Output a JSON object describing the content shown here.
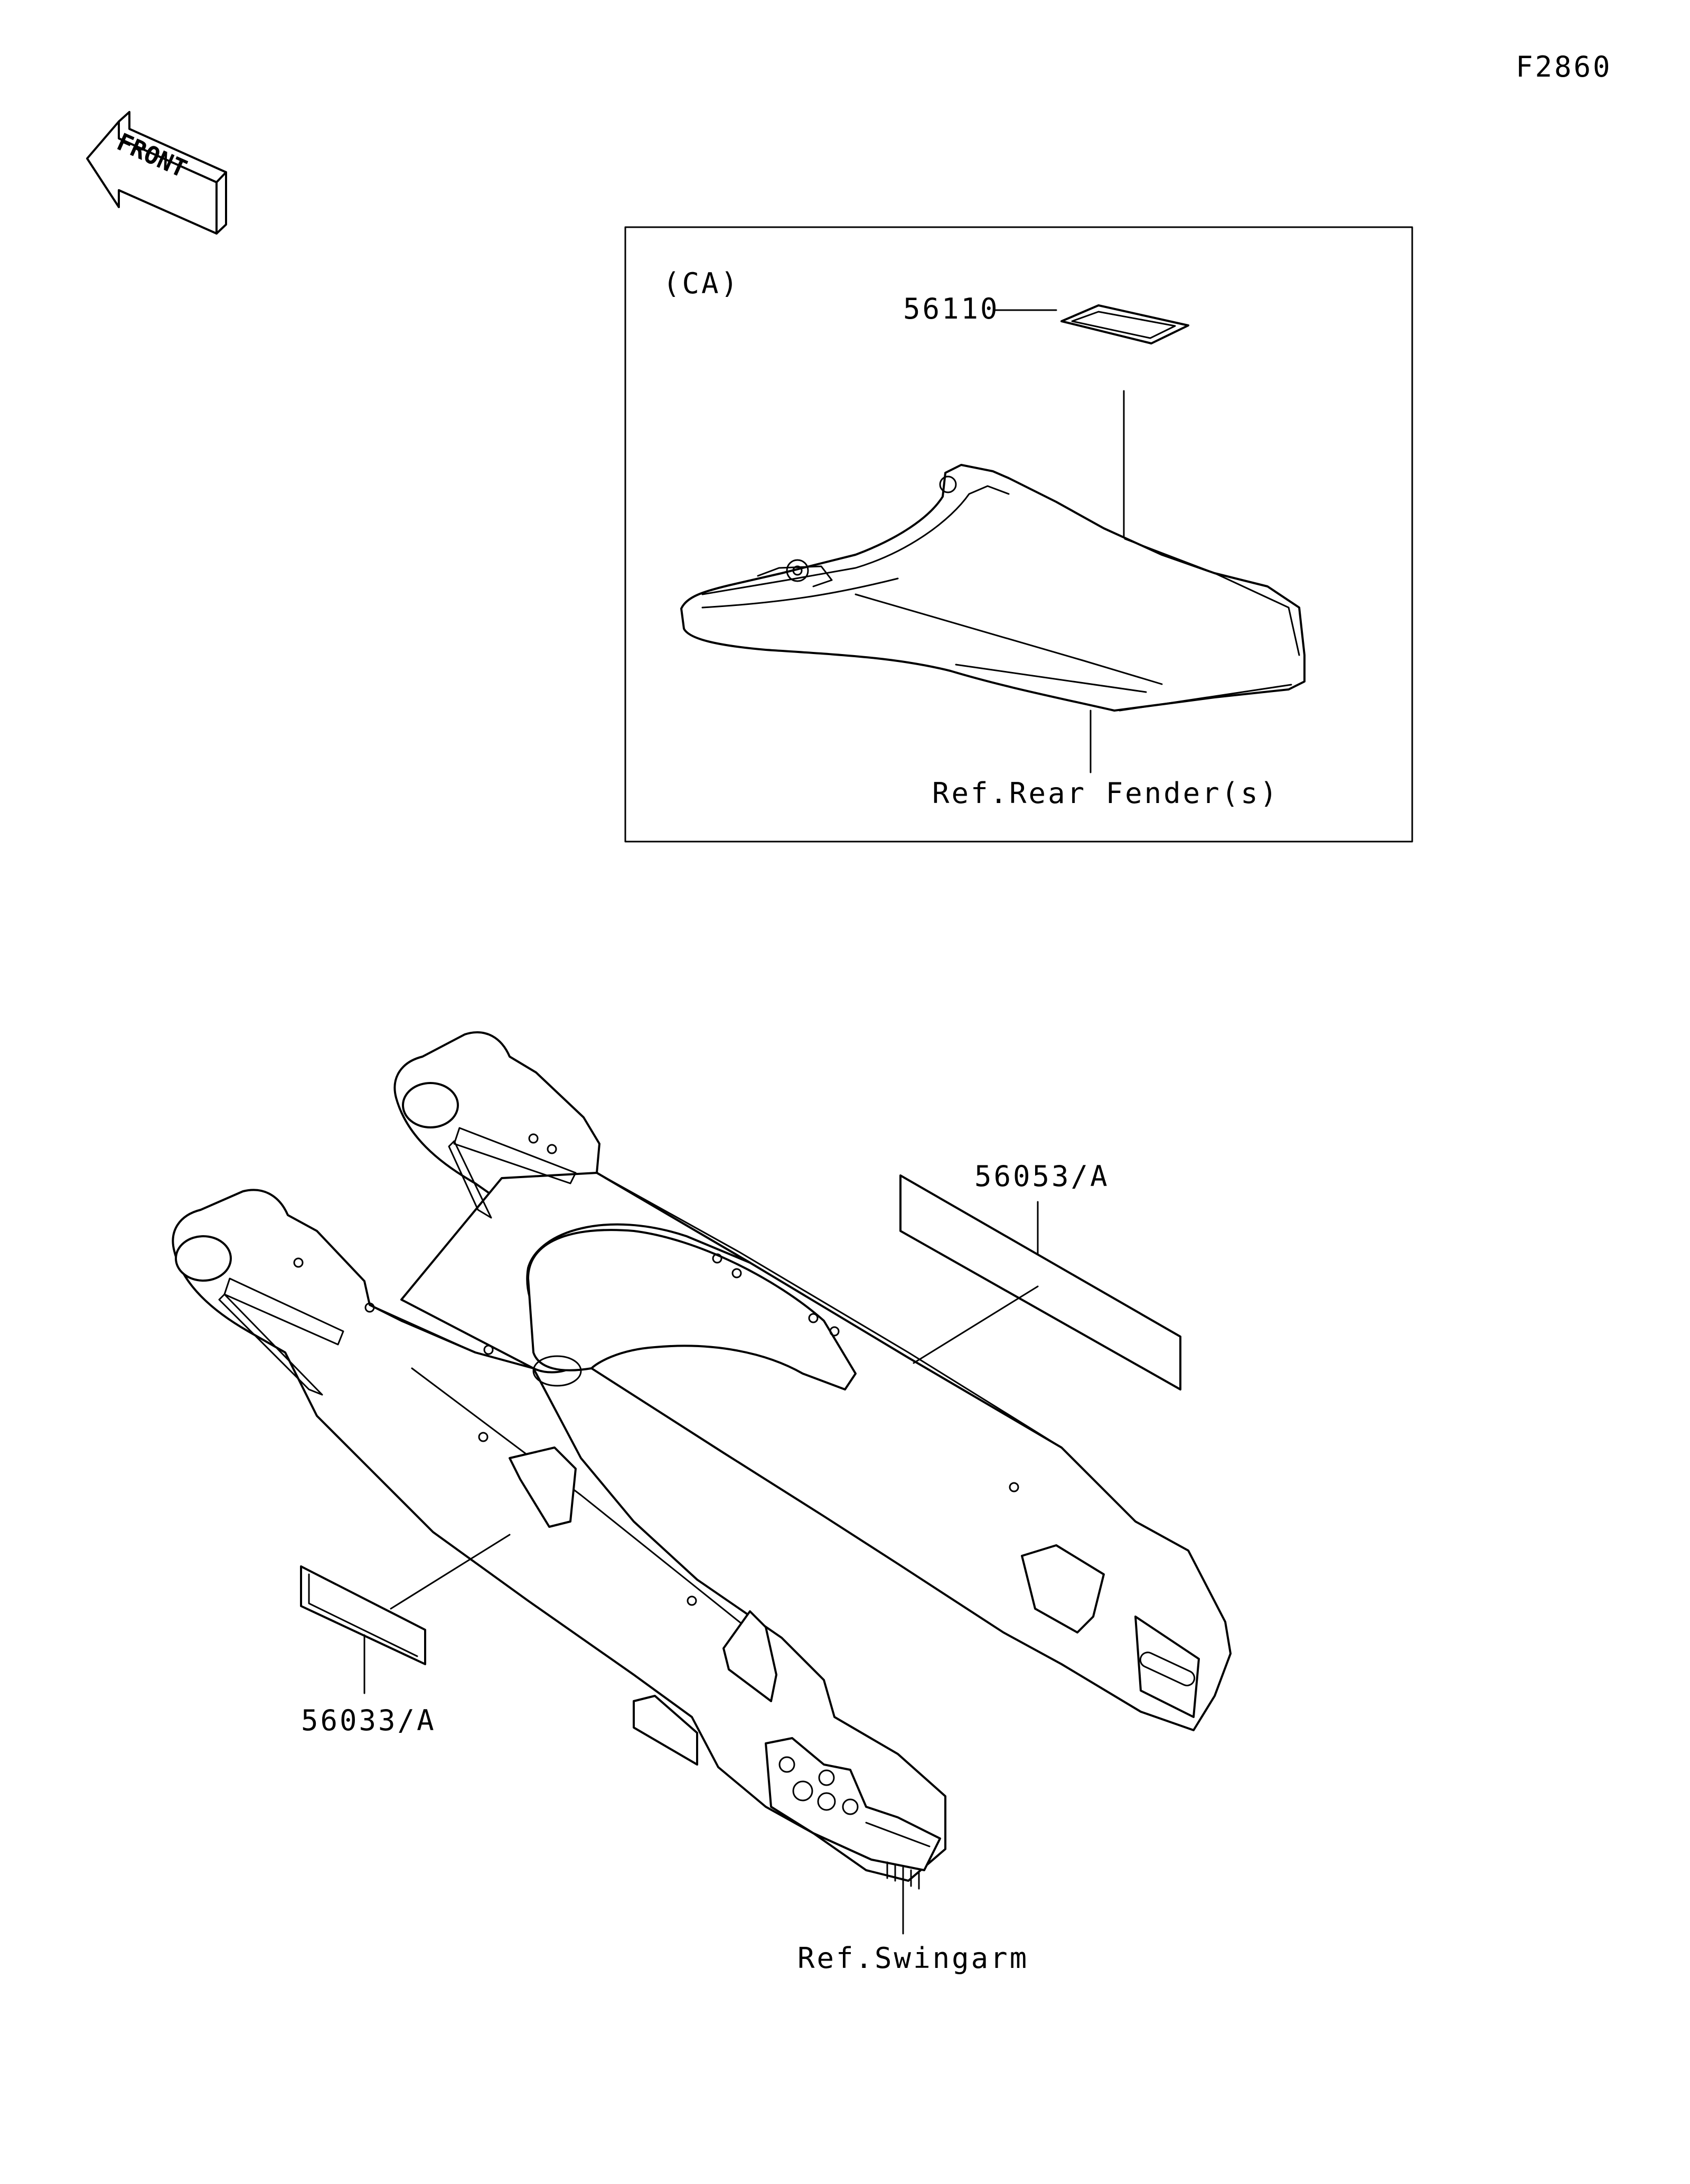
{
  "figure_code": "F2860",
  "front_arrow_label": "FRONT",
  "inset": {
    "region_code": "(CA)",
    "part_number": "56110",
    "reference": "Ref.Rear Fender(s)"
  },
  "main": {
    "part_upper": "56053/A",
    "part_lower": "56033/A",
    "reference": "Ref.Swingarm"
  }
}
